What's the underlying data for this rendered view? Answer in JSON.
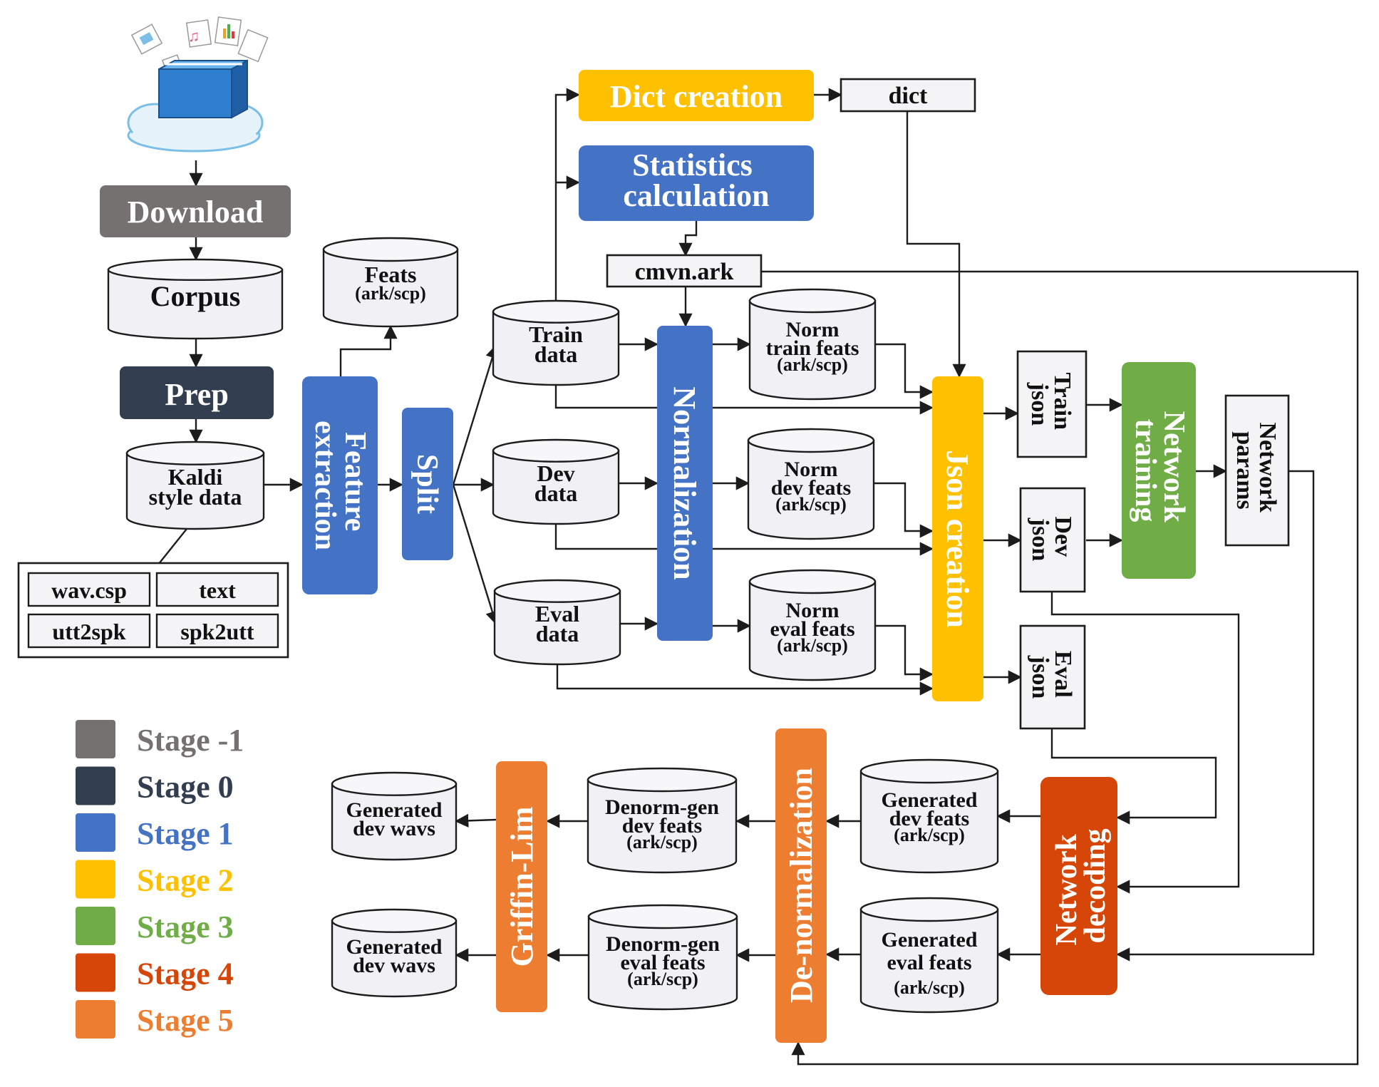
{
  "colors": {
    "stage_m1": "#767171",
    "stage_0": "#323e4f",
    "stage_1": "#4472c4",
    "stage_2": "#ffc000",
    "stage_3": "#70ad47",
    "stage_4": "#d54608",
    "stage_5": "#ed7d31"
  },
  "icons": {
    "corpus": "cloud-with-files-icon"
  },
  "stages": {
    "download": "Download",
    "prep": "Prep",
    "feature_extraction": [
      "Feature",
      "extraction"
    ],
    "split": "Split",
    "dict_creation": "Dict creation",
    "statistics": [
      "Statistics",
      "calculation"
    ],
    "normalization": "Normalization",
    "json_creation": "Json creation",
    "network_training": [
      "Network",
      "training"
    ],
    "network_decoding": [
      "Network",
      "decoding"
    ],
    "denormalization": "De-normalization",
    "griffin_lim": "Griffin-Lim"
  },
  "data": {
    "corpus": "Corpus",
    "kaldi": [
      "Kaldi",
      "style data"
    ],
    "feats": [
      "Feats",
      "(ark/scp)"
    ],
    "train": [
      "Train",
      "data"
    ],
    "dev": [
      "Dev",
      "data"
    ],
    "eval": [
      "Eval",
      "data"
    ],
    "norm_train": [
      "Norm",
      "train feats",
      "(ark/scp)"
    ],
    "norm_dev": [
      "Norm",
      "dev feats",
      "(ark/scp)"
    ],
    "norm_eval": [
      "Norm",
      "eval feats",
      "(ark/scp)"
    ],
    "gen_dev": [
      "Generated",
      "dev feats",
      "(ark/scp)"
    ],
    "gen_eval": [
      "Generated",
      "eval feats",
      "(ark/scp)"
    ],
    "denorm_dev": [
      "Denorm-gen",
      "dev feats",
      "(ark/scp)"
    ],
    "denorm_eval": [
      "Denorm-gen",
      "eval feats",
      "(ark/scp)"
    ],
    "wavs_dev": [
      "Generated",
      "dev wavs"
    ],
    "wavs_eval": [
      "Generated",
      "dev wavs"
    ]
  },
  "files": {
    "dict": "dict",
    "cmvn": "cmvn.ark",
    "train_json": [
      "Train",
      "json"
    ],
    "dev_json": [
      "Dev",
      "json"
    ],
    "eval_json": [
      "Eval",
      "json"
    ],
    "network_params": [
      "Network",
      "params"
    ]
  },
  "kaldi_files": [
    "wav.csp",
    "text",
    "utt2spk",
    "spk2utt"
  ],
  "legend": [
    {
      "label": "Stage -1",
      "color": "#767171"
    },
    {
      "label": "Stage 0",
      "color": "#323e4f"
    },
    {
      "label": "Stage 1",
      "color": "#4472c4"
    },
    {
      "label": "Stage 2",
      "color": "#ffc000"
    },
    {
      "label": "Stage 3",
      "color": "#70ad47"
    },
    {
      "label": "Stage 4",
      "color": "#d54608"
    },
    {
      "label": "Stage 5",
      "color": "#ed7d31"
    }
  ]
}
